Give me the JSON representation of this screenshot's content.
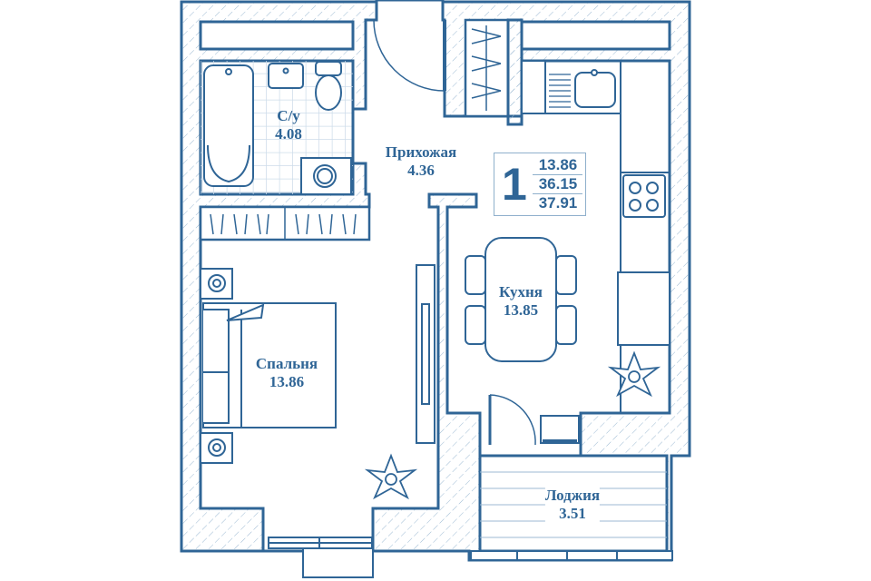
{
  "colors": {
    "line": "#2f6596",
    "hatch": "#9dbad3",
    "tile": "#cddcea"
  },
  "rooms": {
    "bathroom": {
      "name": "С/у",
      "area": "4.08"
    },
    "hallway": {
      "name": "Прихожая",
      "area": "4.36"
    },
    "kitchen": {
      "name": "Кухня",
      "area": "13.85"
    },
    "bedroom": {
      "name": "Спальня",
      "area": "13.86"
    },
    "loggia": {
      "name": "Лоджия",
      "area": "3.51"
    }
  },
  "summary": {
    "rooms_count": "1",
    "living_area": "13.86",
    "total_area": "36.15",
    "total_with_loggia": "37.91"
  }
}
